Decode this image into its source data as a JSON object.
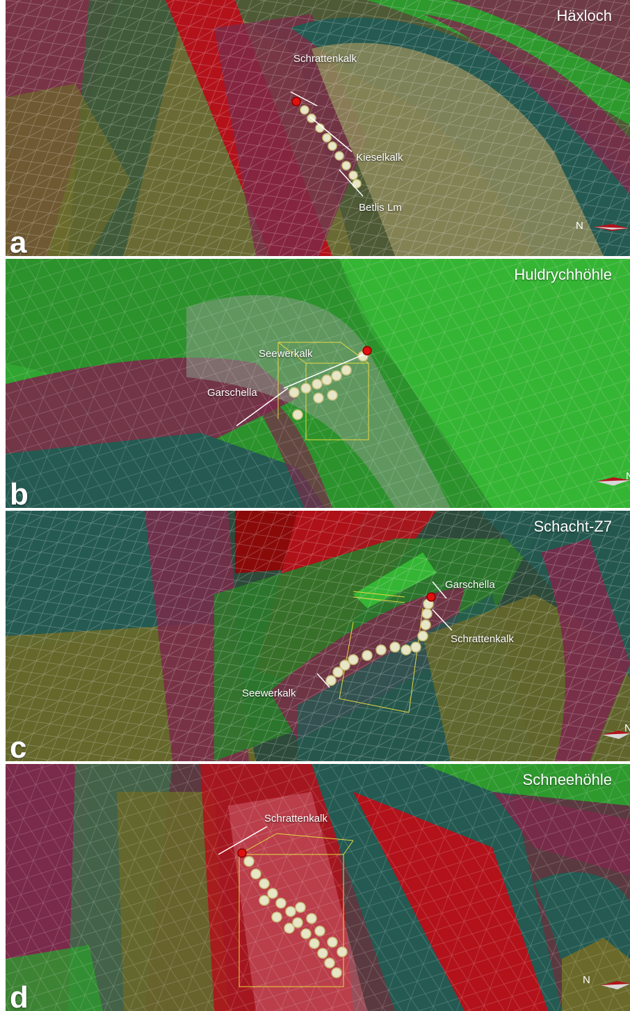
{
  "panels": [
    {
      "letter": "a",
      "title": "Häxloch",
      "labels": [
        "Schrattenkalk",
        "Kieselkalk",
        "Betlis Lm"
      ],
      "north": "N"
    },
    {
      "letter": "b",
      "title": "Huldrychhöhle",
      "labels": [
        "Seewerkalk",
        "Garschella"
      ],
      "north": "N"
    },
    {
      "letter": "c",
      "title": "Schacht-Z7",
      "labels": [
        "Garschella",
        "Schrattenkalk",
        "Seewerkalk"
      ],
      "north": "N"
    },
    {
      "letter": "d",
      "title": "Schneehöhle",
      "labels": [
        "Schrattenkalk"
      ],
      "north": "N"
    }
  ],
  "colors": {
    "green": "#2fa52a",
    "bright_green": "#35b534",
    "maroon": "#7a2a4a",
    "red": "#b3121b",
    "teal": "#245a52",
    "olive": "#6b6a2a",
    "station": "#e8e6c8",
    "marker": "#e01010"
  }
}
